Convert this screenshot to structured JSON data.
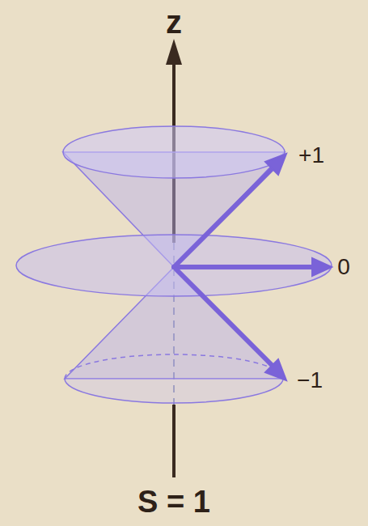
{
  "diagram": {
    "labels": [
      "z",
      "+1",
      "0",
      "−1",
      "S = 1"
    ]
  }
}
